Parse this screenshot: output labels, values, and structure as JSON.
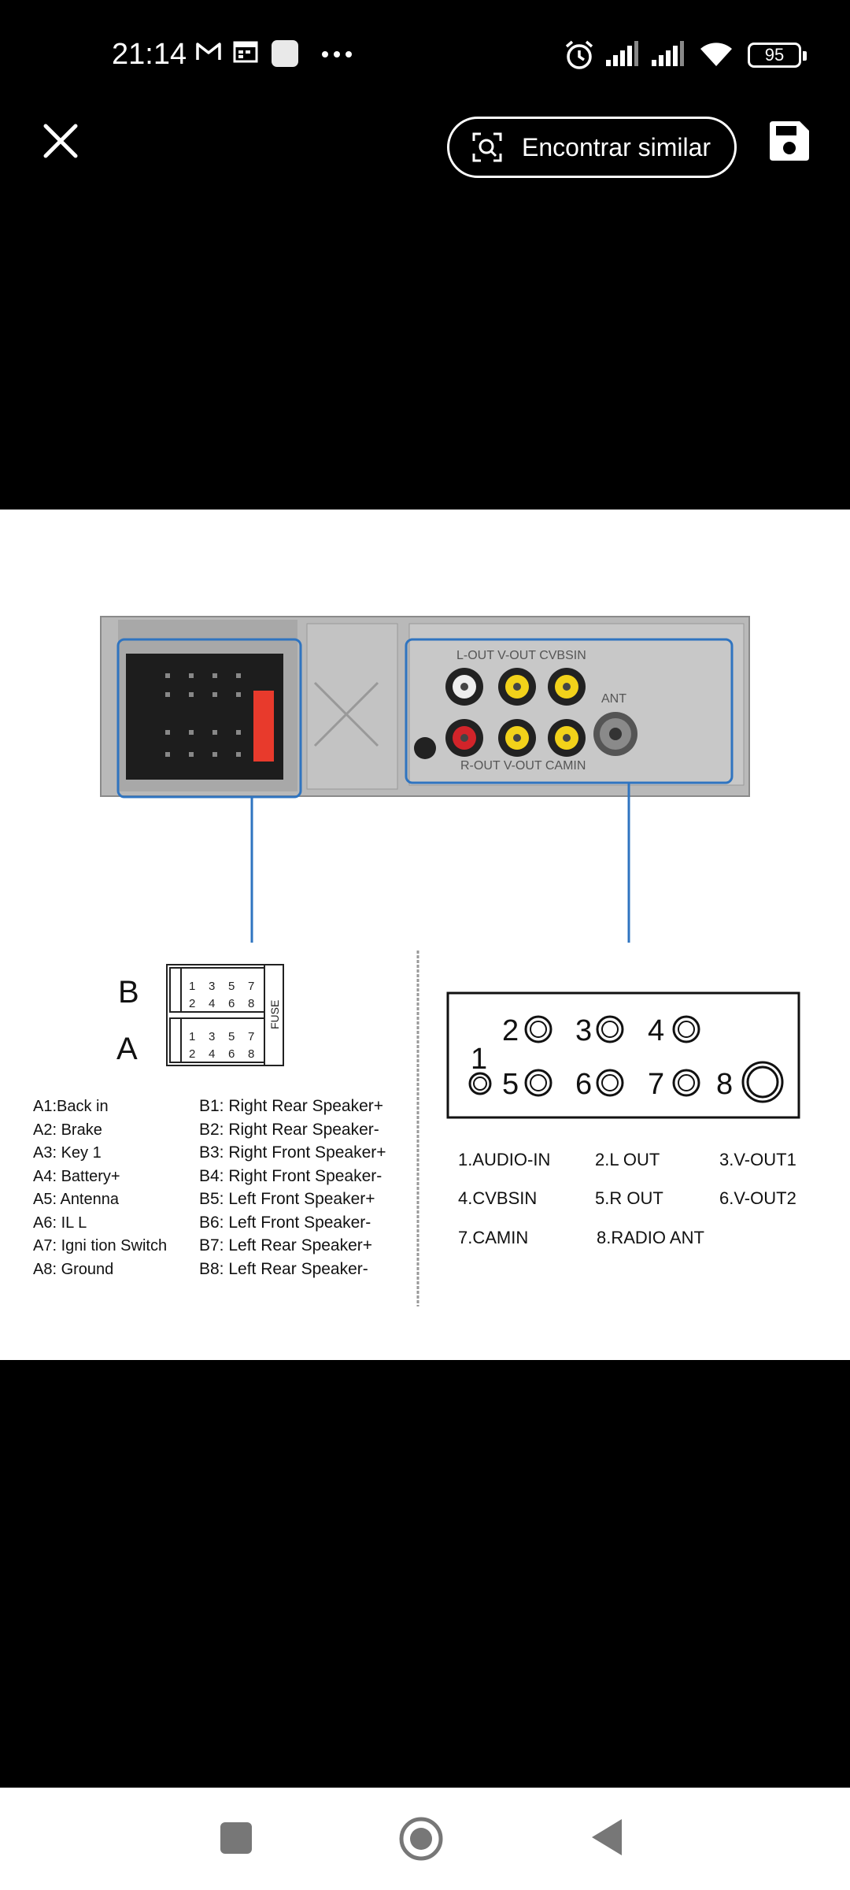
{
  "status_bar": {
    "time": "21:14",
    "icons": [
      "gmail-icon",
      "calendar-icon",
      "app-icon",
      "more-dots-icon",
      "alarm-icon",
      "signal-icon",
      "signal-icon",
      "wifi-icon"
    ],
    "battery": "95"
  },
  "top_bar": {
    "find_similar_label": "Encontrar similar"
  },
  "image": {
    "panel_labels_top": "L-OUT  V-OUT  CVBSIN",
    "panel_labels_bottom": "R-OUT  V-OUT  CAMIN",
    "ant_label": "ANT",
    "connector_b": "B",
    "connector_a": "A",
    "fuse_label": "FUSE",
    "pins_top": [
      "1",
      "3",
      "5",
      "7"
    ],
    "pins_bottom": [
      "2",
      "4",
      "6",
      "8"
    ],
    "a_pins": [
      "A1:Back    in",
      "A2: Brake",
      "A3: Key 1",
      "A4: Battery+",
      "A5: Antenna",
      "A6: IL L",
      "A7:  Igni tion Switch",
      "A8: Ground"
    ],
    "b_pins": [
      "B1: Right Rear Speaker+",
      "B2: Right Rear Speaker-",
      "B3: Right Front Speaker+",
      "B4: Right Front Speaker-",
      "B5: Left Front Speaker+",
      "B6: Left Front Speaker-",
      "B7: Left Rear Speaker+",
      "B8: Left Rear Speaker-"
    ],
    "jack_numbers": [
      "1",
      "2",
      "3",
      "4",
      "5",
      "6",
      "7",
      "8"
    ],
    "jack_legend": [
      "1.AUDIO-IN",
      "2.L OUT",
      "3.V-OUT1",
      "4.CVBSIN",
      "5.R OUT",
      "6.V-OUT2",
      "7.CAMIN",
      "8.RADIO ANT"
    ]
  },
  "colors": {
    "background": "#000000",
    "image_bg": "#ffffff",
    "callout_blue": "#2f74c0",
    "rca_yellow": "#f2d21a",
    "rca_red": "#d2242a",
    "fuse_red": "#e83a2c"
  }
}
